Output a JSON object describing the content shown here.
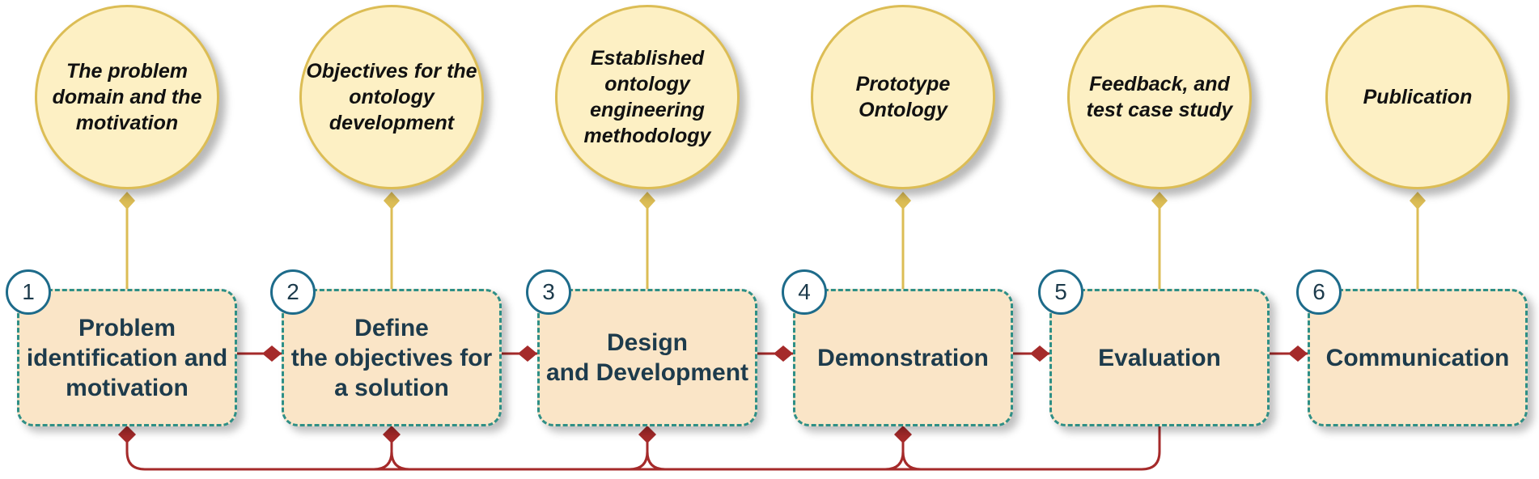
{
  "colors": {
    "circle_fill": "#fdf0c4",
    "circle_stroke": "#dcbd55",
    "box_fill": "#fae5c7",
    "box_border": "#2e8f86",
    "connector_red": "#a52a2a",
    "text_dark": "#1d3b4c"
  },
  "steps": [
    {
      "number": "1",
      "label": "Problem\nidentification and\nmotivation",
      "output": "The problem\ndomain and the\nmotivation"
    },
    {
      "number": "2",
      "label": "Define\nthe objectives for\na solution",
      "output": "Objectives for the\nontology\ndevelopment"
    },
    {
      "number": "3",
      "label": "Design\nand Development",
      "output": "Established\nontology\nengineering\nmethodology"
    },
    {
      "number": "4",
      "label": "Demonstration",
      "output": "Prototype\nOntology"
    },
    {
      "number": "5",
      "label": "Evaluation",
      "output": "Feedback, and\ntest case study"
    },
    {
      "number": "6",
      "label": "Communication",
      "output": "Publication"
    }
  ]
}
